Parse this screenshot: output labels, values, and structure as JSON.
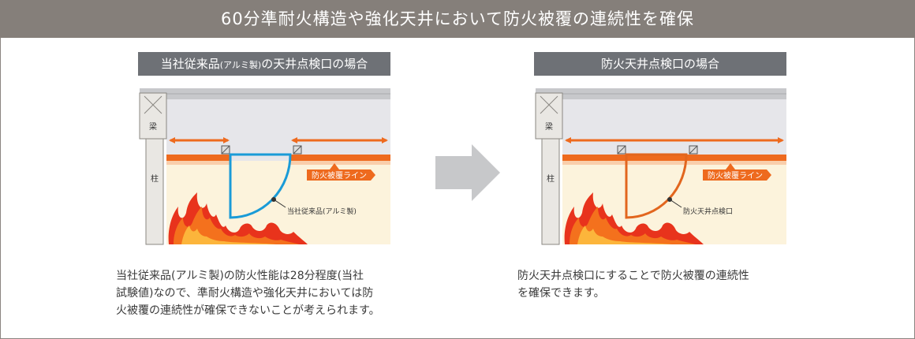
{
  "header": {
    "title": "60分準耐火構造や強化天井において防火被覆の連続性を確保"
  },
  "left": {
    "title_main": "当社従来品",
    "title_small": "(アルミ製)",
    "title_rest": "の天井点検口の場合",
    "beam_label": "梁",
    "column_label": "柱",
    "fire_line_label": "防火被覆ライン",
    "product_label": "当社従来品(アルミ製)",
    "caption": [
      "当社従来品(アルミ製)の防火性能は28分程度(当社",
      "試験値)なので、準耐火構造や強化天井においては防",
      "火被覆の連続性が確保できないことが考えられます。"
    ]
  },
  "right": {
    "title": "防火天井点検口の場合",
    "beam_label": "梁",
    "column_label": "柱",
    "fire_line_label": "防火被覆ライン",
    "product_label": "防火天井点検口",
    "caption": [
      "防火天井点検口にすることで防火被覆の連続性",
      "を確保できます。"
    ]
  },
  "colors": {
    "header_bg": "#857f7a",
    "title_bg": "#6e7176",
    "fire_line": "#ee6a1e",
    "old_hatch": "#1a9bd7",
    "new_hatch": "#e2661e"
  }
}
